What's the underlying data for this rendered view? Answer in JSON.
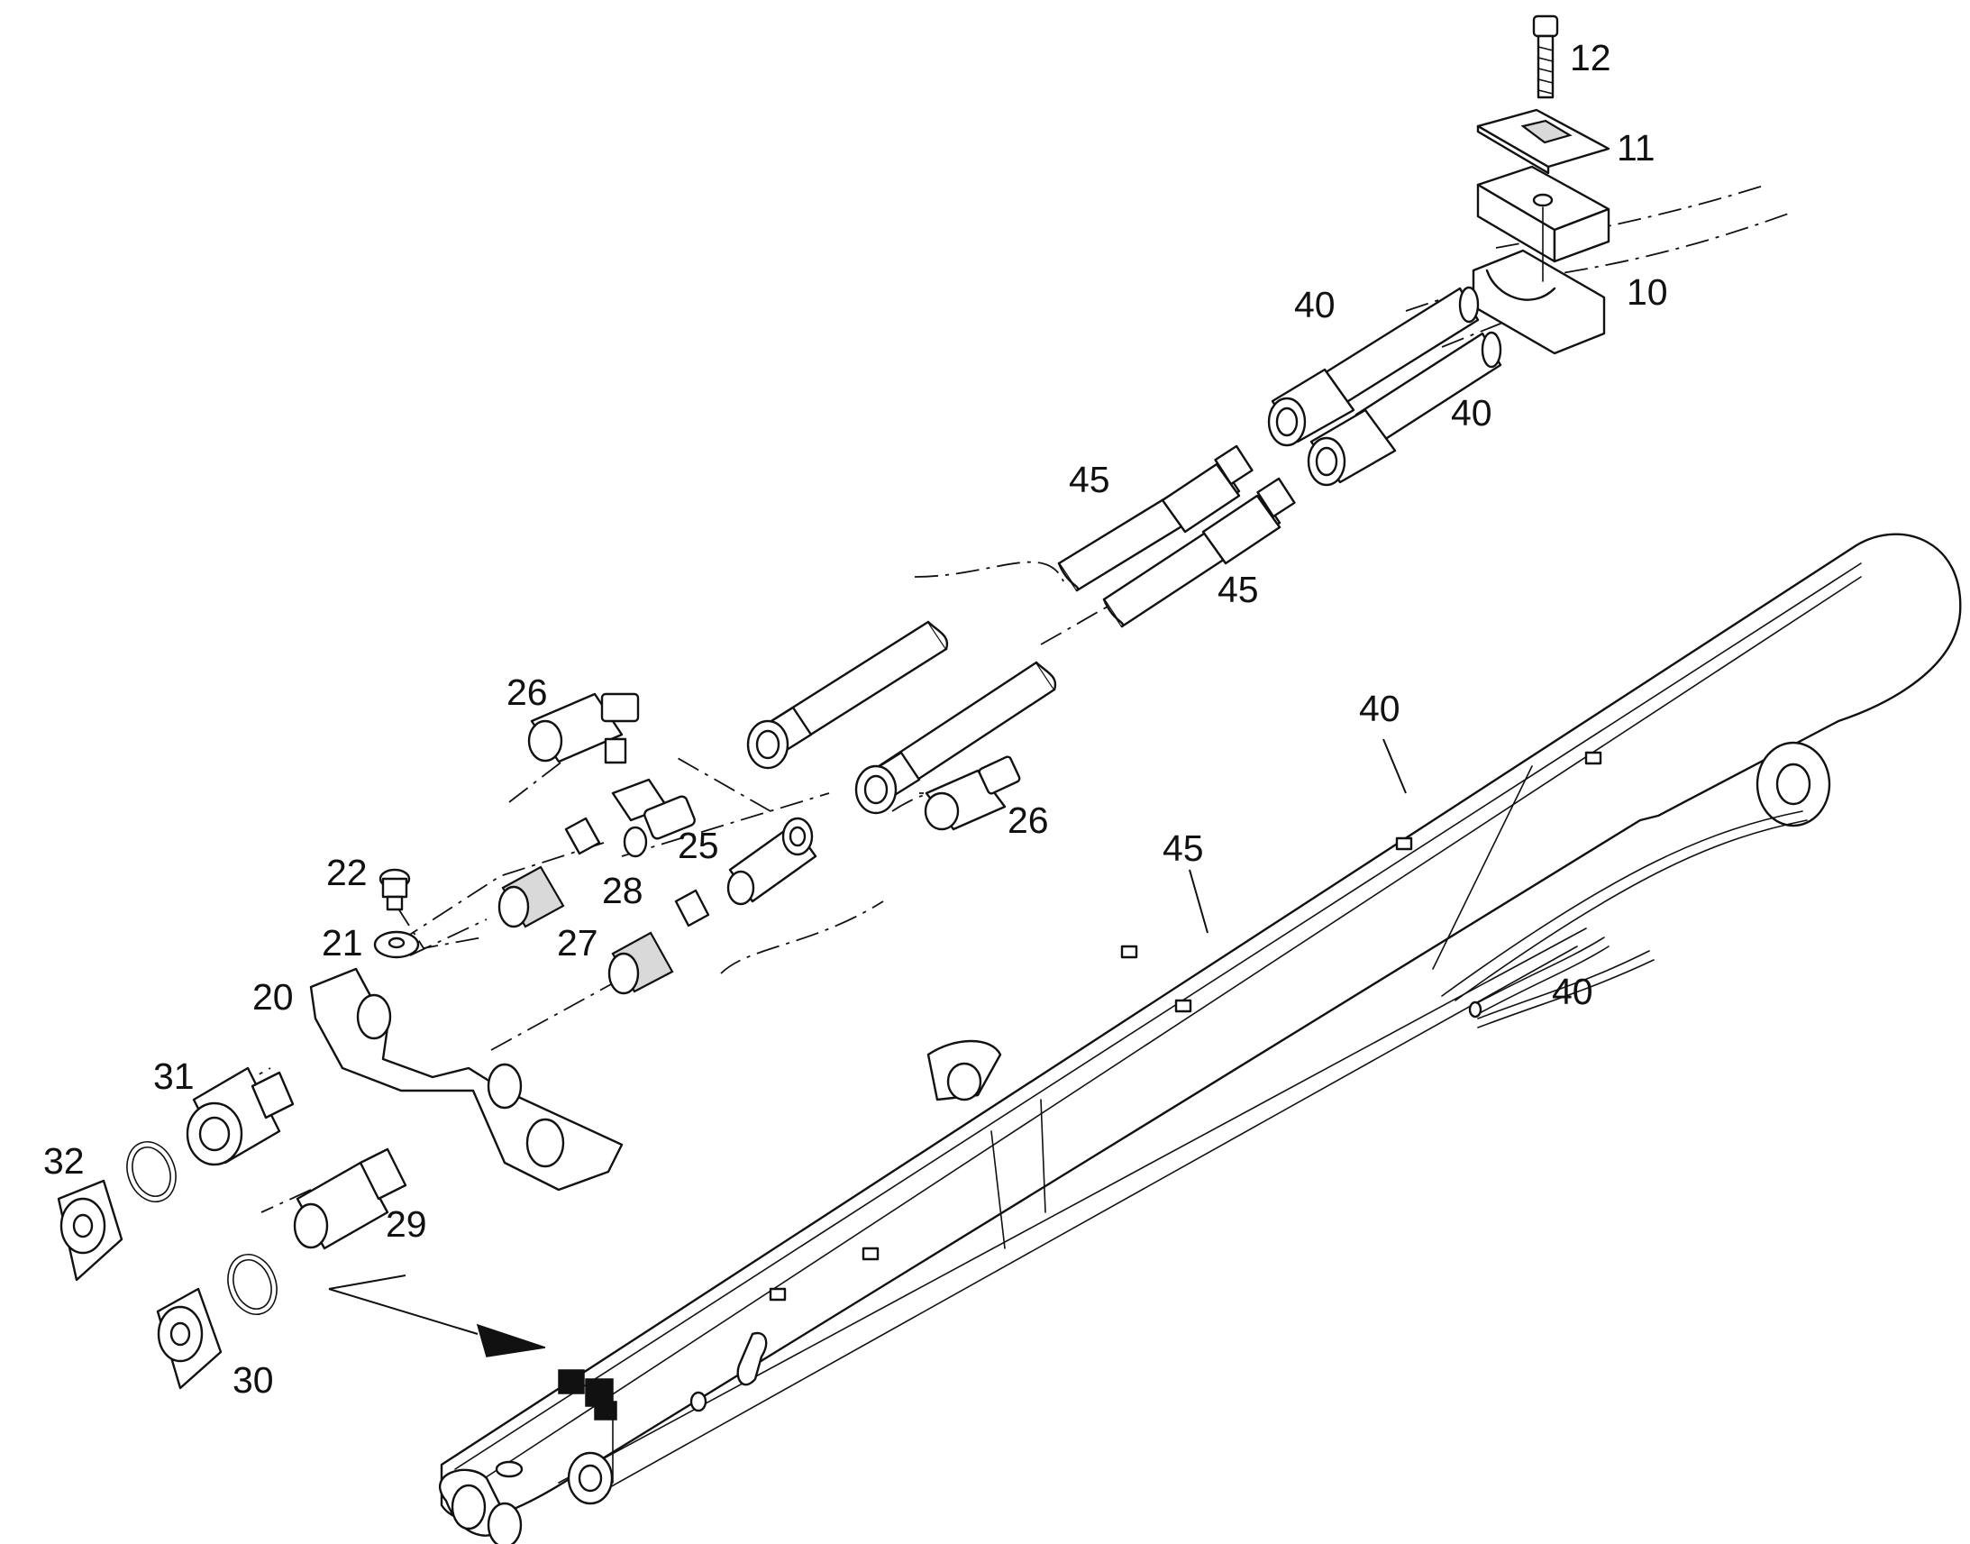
{
  "diagram": {
    "part_labels": {
      "p10": "10",
      "p11": "11",
      "p12": "12",
      "p20": "20",
      "p21": "21",
      "p22": "22",
      "p25": "25",
      "p26a": "26",
      "p26b": "26",
      "p27": "27",
      "p28": "28",
      "p29": "29",
      "p30": "30",
      "p31": "31",
      "p32": "32",
      "p40a": "40",
      "p40b": "40",
      "p40c": "40",
      "p40d": "40",
      "p45a": "45",
      "p45b": "45",
      "p45c": "45"
    }
  }
}
